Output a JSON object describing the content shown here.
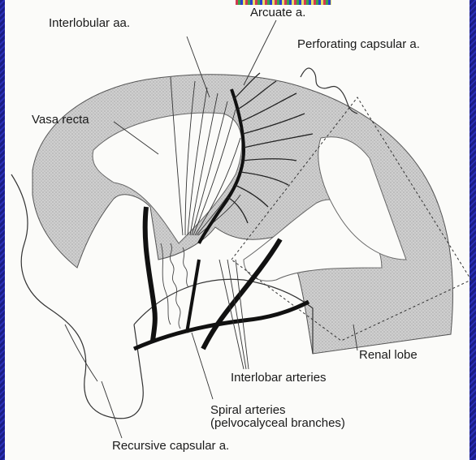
{
  "figure": {
    "labels": {
      "interlobular": "Interlobular aa.",
      "arcuate": "Arcuate a.",
      "perforating_capsular": "Perforating capsular a.",
      "vasa_recta": "Vasa recta",
      "renal_lobe": "Renal lobe",
      "interlobar": "Interlobar arteries",
      "spiral_line1": "Spiral arteries",
      "spiral_line2": "(pelvocalyceal branches)",
      "recursive_capsular": "Recursive capsular a."
    }
  },
  "colors": {
    "background": "#1c1f8c",
    "panel": "#fbfbf9",
    "cortex_fill": "#c8c8c8",
    "ink": "#1a1a1a"
  }
}
